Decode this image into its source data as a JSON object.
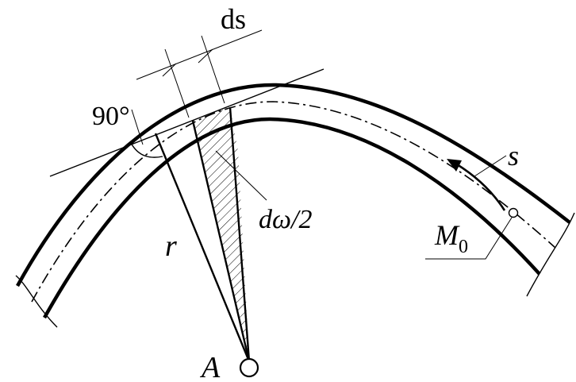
{
  "labels": {
    "ds": "ds",
    "right_angle": "90°",
    "s": "s",
    "d_omega_half": "dω/2",
    "m": "M",
    "m_sub": "0",
    "r": "r",
    "a": "A"
  },
  "colors": {
    "stroke": "#000000",
    "background": "#ffffff"
  }
}
